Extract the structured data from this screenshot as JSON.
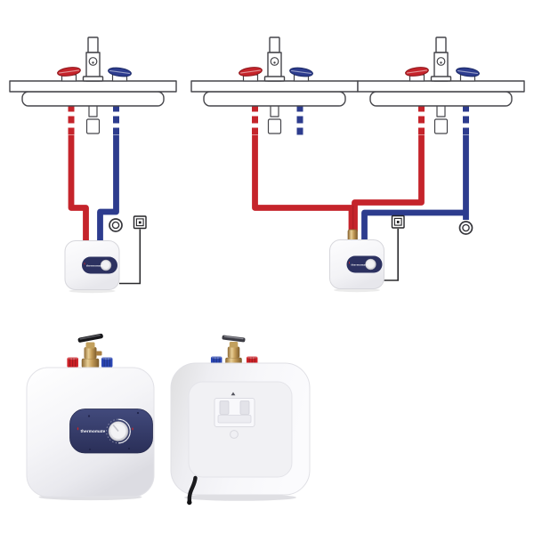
{
  "page": {
    "background": "#ffffff"
  },
  "colors": {
    "hot": "#c5242b",
    "cold": "#2d3c8e",
    "cap_red": "#cf2127",
    "cap_blue": "#2a46b4",
    "panel": "#353b68",
    "panel_dark": "#2c3160",
    "brass": "#c19b5b",
    "brass_dark": "#96713a",
    "outline": "#45454a",
    "cord": "#2b2b2e",
    "body_white": "#f4f4f7",
    "knob_silver": "#d8d8dc"
  },
  "product": {
    "brand": "thermomate"
  },
  "icons": {
    "hot_water_line": "red supply pipe",
    "cold_water_line": "blue supply pipe",
    "hot_handle": "red faucet lever",
    "cold_handle": "blue faucet lever",
    "power_outlet": "wall outlet symbol",
    "shutoff_ring": "double circle valve symbol",
    "relief_valve": "brass temperature-pressure relief valve",
    "temperature_knob": "silver thermostat dial",
    "mounting_bracket": "keyhole wall bracket recess",
    "power_cord": "black power cord"
  }
}
